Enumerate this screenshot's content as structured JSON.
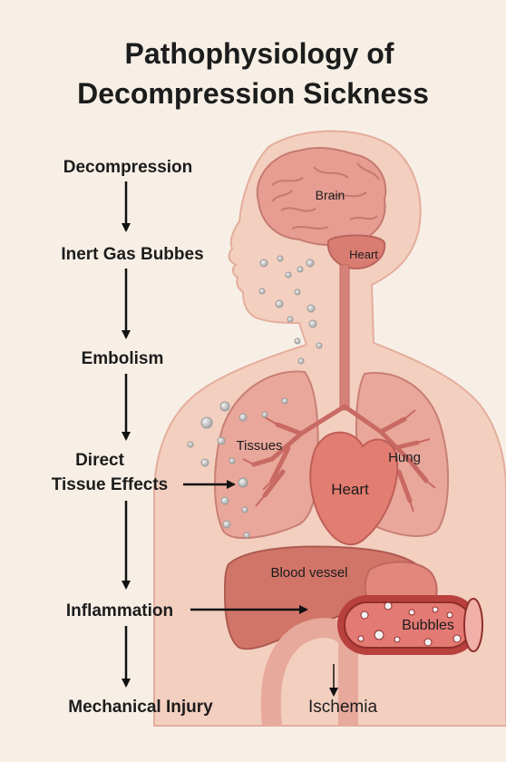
{
  "title": {
    "line1": "Pathophysiology of",
    "line2": "Decompression Sickness"
  },
  "flow": {
    "step1": "Decompression",
    "step2": "Inert Gas Bubbes",
    "step3": "Embolism",
    "step4_line1": "Direct",
    "step4_line2": "Tissue Effects",
    "step5": "Inflammation",
    "step6": "Mechanical Injury"
  },
  "anatomy": {
    "brain": "Brain",
    "heart_small": "Heart",
    "tissues": "Tissues",
    "hung": "Hung",
    "heart": "Heart",
    "blood_vessel": "Blood vessel",
    "bubbles": "Bubbles",
    "ischemia": "Ischemia"
  },
  "colors": {
    "background": "#f7efe6",
    "body": "#f3cfc0",
    "organ": "#e39185",
    "organ_dark": "#c96a62",
    "vessel": "#d9625c",
    "bubble": "#c9c9c9",
    "arrow": "#111111"
  }
}
